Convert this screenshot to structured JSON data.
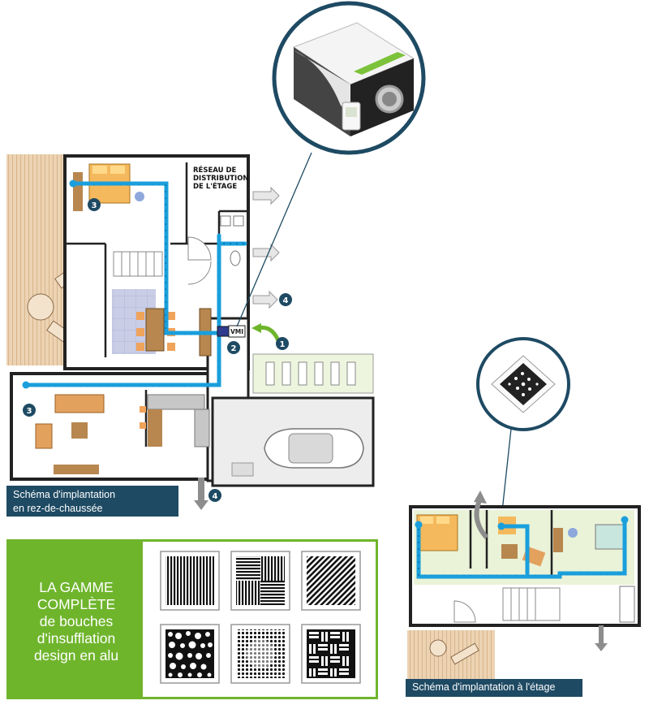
{
  "labels": {
    "reseau": [
      "RÉSEAU DE",
      "DISTRIBUTION",
      "DE L'ÉTAGE"
    ],
    "vmi": "VMI"
  },
  "markers": {
    "m1": "1",
    "m2": "2",
    "m3a": "3",
    "m3b": "3",
    "m4a": "4",
    "m4b": "4"
  },
  "captions": {
    "ground": [
      "Schéma d'implantation",
      "en rez-de-chaussée"
    ],
    "floor": "Schéma d'implantation à l'étage"
  },
  "gamme": {
    "lines": [
      "LA GAMME",
      "COMPLÈTE",
      "de bouches",
      "d'insufflation",
      "design en alu"
    ]
  },
  "grilles": [
    "vertical-bars",
    "basket-weave",
    "diagonal-lines",
    "circle-perforations",
    "dot-gradient",
    "block-weave"
  ],
  "colors": {
    "duct": "#1a9fdc",
    "marker": "#1e4a63",
    "accent": "#6fb52c",
    "caption": "#1e4a63",
    "wood": "#e7c9a4"
  }
}
